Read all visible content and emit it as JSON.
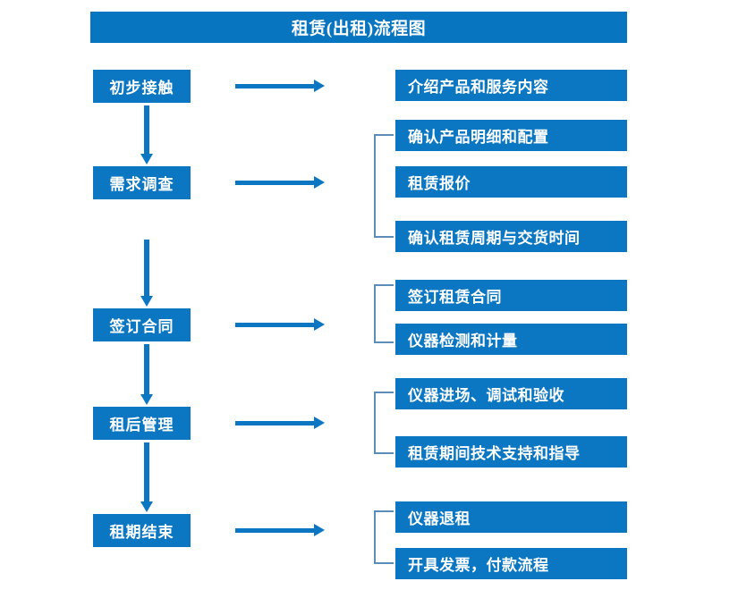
{
  "title": "租赁(出租)流程图",
  "colors": {
    "box_blue": "#0b77c2",
    "title_blue": "#0875c1",
    "bracket_blue": "#5b8db8",
    "text_white": "#ffffff",
    "background": "#ffffff"
  },
  "stages": [
    {
      "id": "initial-contact",
      "label": "初步接触"
    },
    {
      "id": "demand-survey",
      "label": "需求调查"
    },
    {
      "id": "sign-contract",
      "label": "签订合同"
    },
    {
      "id": "post-rent-mgmt",
      "label": "租后管理"
    },
    {
      "id": "rent-end",
      "label": "租期结束"
    }
  ],
  "details": [
    {
      "id": "intro-product-service",
      "label": "介绍产品和服务内容"
    },
    {
      "id": "confirm-product-spec",
      "label": "确认产品明细和配置"
    },
    {
      "id": "rental-quotation",
      "label": "租赁报价"
    },
    {
      "id": "confirm-period-delivery",
      "label": "确认租赁周期与交货时间"
    },
    {
      "id": "sign-rental-contract",
      "label": "签订租赁合同"
    },
    {
      "id": "instrument-test-measure",
      "label": "仪器检测和计量"
    },
    {
      "id": "instrument-entry-debug-accept",
      "label": "仪器进场、调试和验收"
    },
    {
      "id": "rental-tech-support",
      "label": "租赁期间技术支持和指导"
    },
    {
      "id": "instrument-return",
      "label": "仪器退租"
    },
    {
      "id": "invoice-payment",
      "label": "开具发票，付款流程"
    }
  ],
  "connectors": {
    "horizontal_arrows": 5,
    "vertical_arrows": 4,
    "brackets": 4
  }
}
